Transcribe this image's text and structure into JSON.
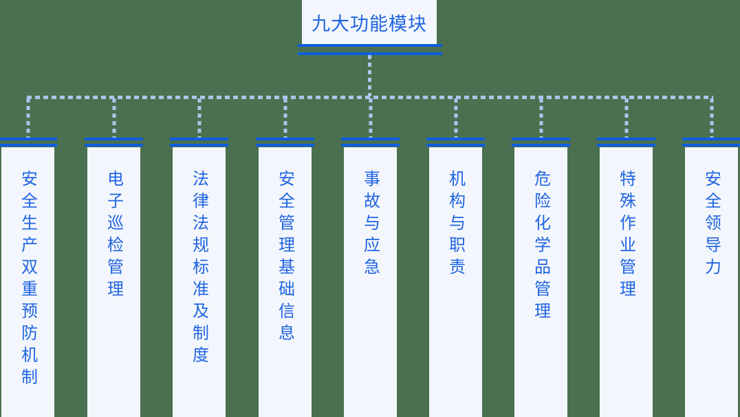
{
  "colors": {
    "background": "#4a7050",
    "panel": "#f3f7fd",
    "line": "#0d5ee0",
    "dash": "#a9c7ec",
    "ink": "#2064e0"
  },
  "root": {
    "label": "九大功能模块"
  },
  "modules": [
    {
      "label": "安全生产双重预防机制"
    },
    {
      "label": "电子巡检管理"
    },
    {
      "label": "法律法规标准及制度"
    },
    {
      "label": "安全管理基础信息"
    },
    {
      "label": "事故与应急"
    },
    {
      "label": "机构与职责"
    },
    {
      "label": "危险化学品管理"
    },
    {
      "label": "特殊作业管理"
    },
    {
      "label": "安全领导力"
    }
  ]
}
